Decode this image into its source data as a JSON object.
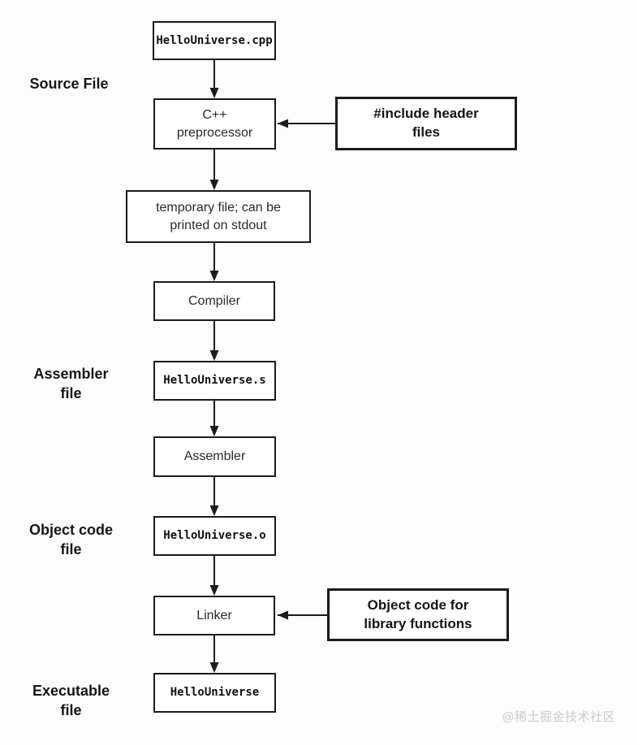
{
  "diagram": {
    "nodes": {
      "source_file_name": "HelloUniverse.cpp",
      "preprocessor": "C++\npreprocessor",
      "include_header": "#include header\nfiles",
      "temp_file": "temporary file; can be\nprinted on stdout",
      "compiler": "Compiler",
      "assembler_file_name": "HelloUniverse.s",
      "assembler": "Assembler",
      "object_file_name": "HelloUniverse.o",
      "linker": "Linker",
      "object_code_lib": "Object code for\nlibrary functions",
      "executable_name": "HelloUniverse"
    },
    "side_labels": {
      "source": "Source File",
      "assembler": "Assembler\nfile",
      "object_code": "Object code\nfile",
      "executable": "Executable\nfile"
    },
    "watermark": "@稀土掘金技术社区",
    "colors": {
      "box_border": "#1b1b1b",
      "box_fill": "#ffffff",
      "background": "#fdfdfd",
      "arrow": "#1b1b1b",
      "watermark_text": "#c9c9c9"
    }
  }
}
